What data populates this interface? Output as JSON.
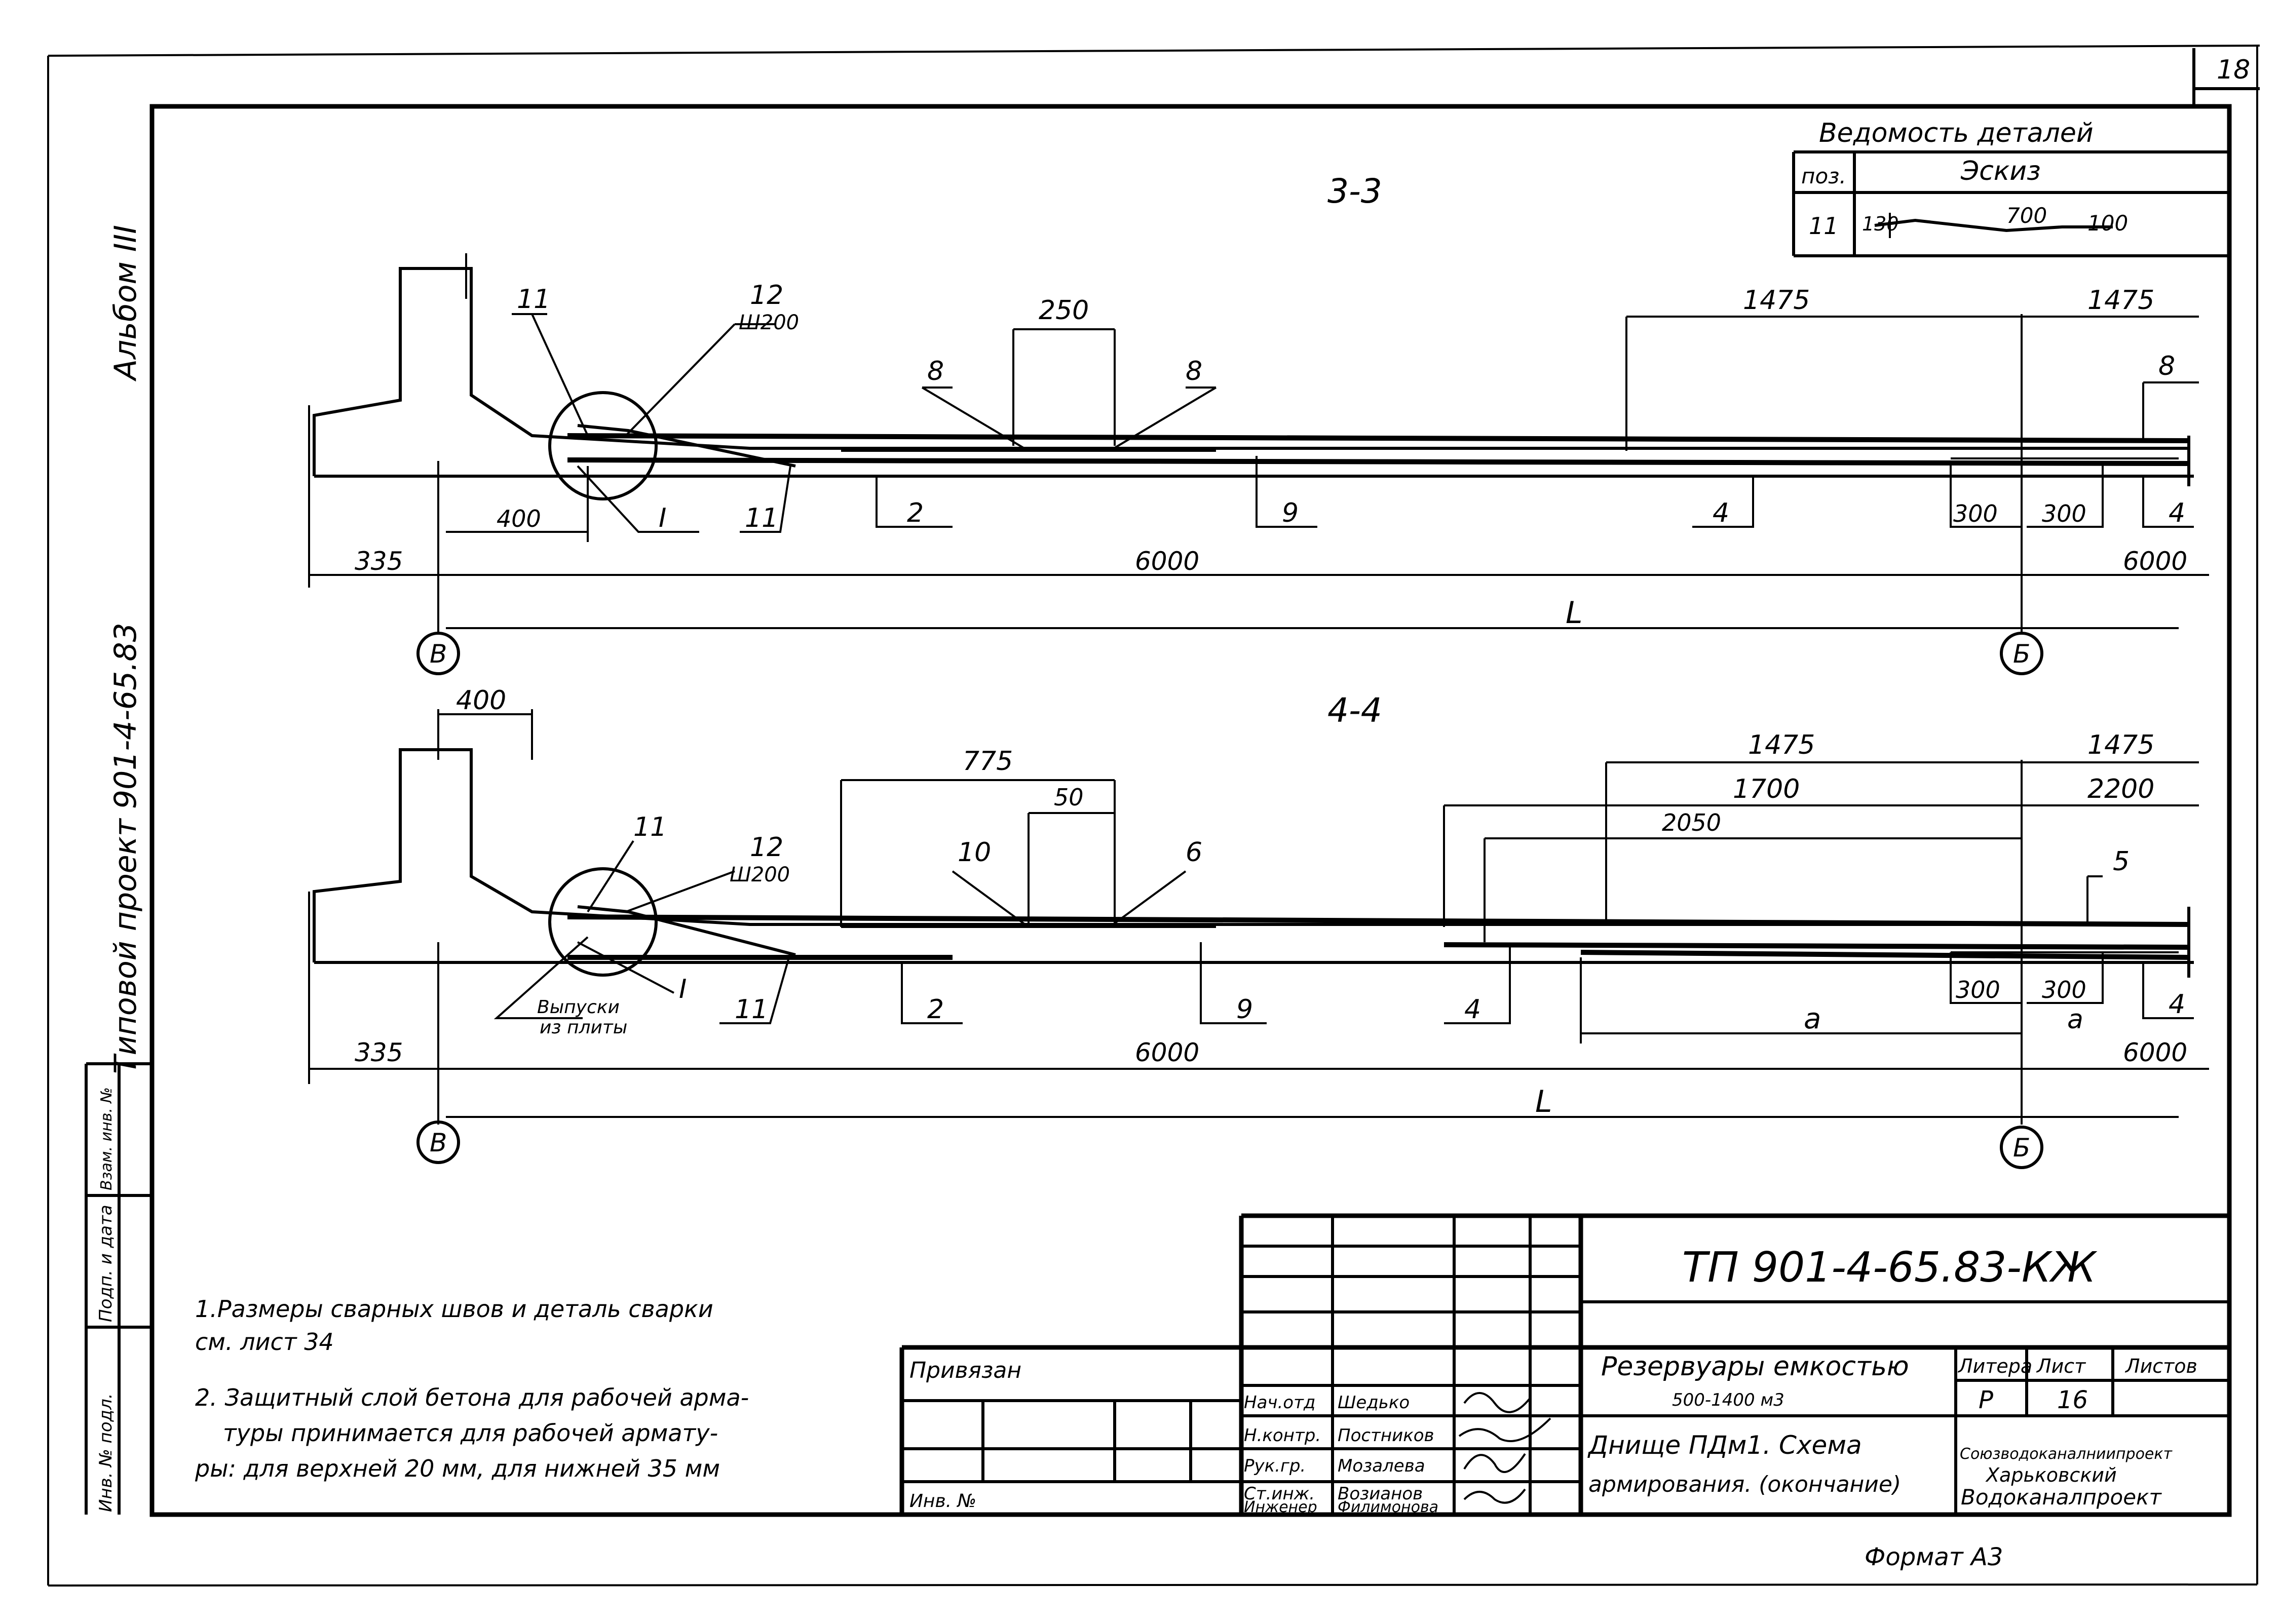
{
  "sheet_number": "18",
  "album": "Альбом III",
  "project_vertical": "Типовой проект 901-4-65.83",
  "details_table": {
    "title": "Ведомость деталей",
    "col_pos": "поз.",
    "col_sketch": "Эскиз",
    "row_pos": "11",
    "dim_a": "130",
    "dim_b": "700",
    "dim_c": "100"
  },
  "section_3_3": {
    "title": "3-3",
    "labels": {
      "p11": "11",
      "p12": "12",
      "p12b": "Ш200",
      "d250": "250",
      "p8a": "8",
      "p8b": "8",
      "d1475a": "1475",
      "d1475b": "1475",
      "p8c": "8",
      "d400": "400",
      "detail": "I",
      "p11b": "11",
      "p2": "2",
      "p9": "9",
      "p4": "4",
      "d300a": "300",
      "d300b": "300",
      "p4b": "4",
      "d335": "335",
      "d6000": "6000",
      "d6000b": "6000",
      "L": "L",
      "axisB": "В",
      "axisB2": "Б"
    }
  },
  "section_4_4": {
    "title": "4-4",
    "labels": {
      "d400": "400",
      "d775": "775",
      "d1475a": "1475",
      "d1475b": "1475",
      "d50": "50",
      "d1700": "1700",
      "d2200": "2200",
      "d2050": "2050",
      "p11": "11",
      "p12": "12",
      "p12b": "Ш200",
      "p10": "10",
      "p6": "6",
      "p5": "5",
      "detail": "I",
      "release1": "Выпуски",
      "release2": "из плиты",
      "p11b": "11",
      "p2": "2",
      "p9": "9",
      "p4": "4",
      "a1": "a",
      "d300a": "300",
      "d300b": "300",
      "a2": "a",
      "p4b": "4",
      "d335": "335",
      "d6000": "6000",
      "d6000b": "6000",
      "L": "L",
      "axisB": "В",
      "axisB2": "Б"
    }
  },
  "notes": [
    "1.Размеры сварных швов и деталь сварки",
    "см. лист 34",
    "2. Защитный слой бетона для рабочей арма-",
    "туры принимается для рабочей армату-",
    "ры: для верхней 20 мм, для нижней 35 мм"
  ],
  "left_stamp": {
    "c1": "Инв. № подл.",
    "c2": "Подп. и дата",
    "c3": "Взам. инв. №"
  },
  "binding": {
    "label": "Привязан",
    "inv": "Инв. №"
  },
  "title_block": {
    "code": "ТП 901-4-65.83-КЖ",
    "roles": [
      "Нач.отд",
      "Н.контр.",
      "Рук.гр.",
      "Ст.инж.",
      "Инженер"
    ],
    "names": [
      "Шедько",
      "Постников",
      "Мозалева",
      "Возианов",
      "Филимонова"
    ],
    "object_title": "Резервуары емкостью",
    "object_sub": "500-1400 м3",
    "sheet_title_1": "Днище ПДм1. Схема",
    "sheet_title_2": "армирования. (окончание)",
    "col_litera": "Литера",
    "col_list": "Лист",
    "col_listov": "Листов",
    "litera": "Р",
    "list": "16",
    "org1": "Союзводоканалниипроект",
    "org2": "Харьковский",
    "org3": "Водоканалпроект"
  },
  "format": "Формат А3"
}
